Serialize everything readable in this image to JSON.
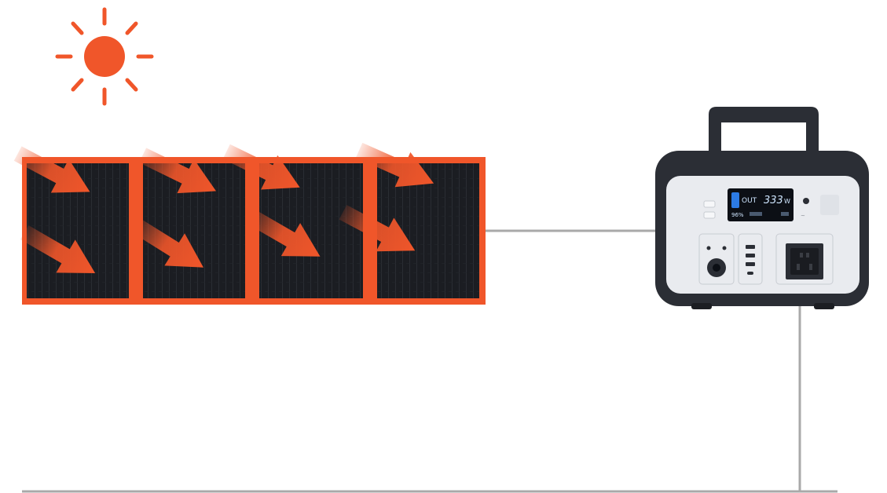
{
  "colors": {
    "background": "#ffffff",
    "sun": "#f0562a",
    "panel_frame": "#f0562a",
    "panel_cell": "#1b1d22",
    "arrow": "#f0562a",
    "cable": "#a9a9a9",
    "station_body": "#2b2e35",
    "station_face": "#e9ebef",
    "lcd": "#0c0f15",
    "lcd_accent": "#2c7be5"
  },
  "icons": {
    "sun": "sun-icon",
    "arrow": "sunlight-arrow-icon",
    "solar_panel": "solar-panel-icon",
    "power_station": "portable-power-station-icon"
  },
  "panels": [
    {
      "name": "panel-1"
    },
    {
      "name": "panel-2"
    },
    {
      "name": "panel-3"
    },
    {
      "name": "panel-4"
    }
  ],
  "display": {
    "mode": "OUT",
    "power": "333",
    "unit": "W",
    "battery": "96%"
  }
}
